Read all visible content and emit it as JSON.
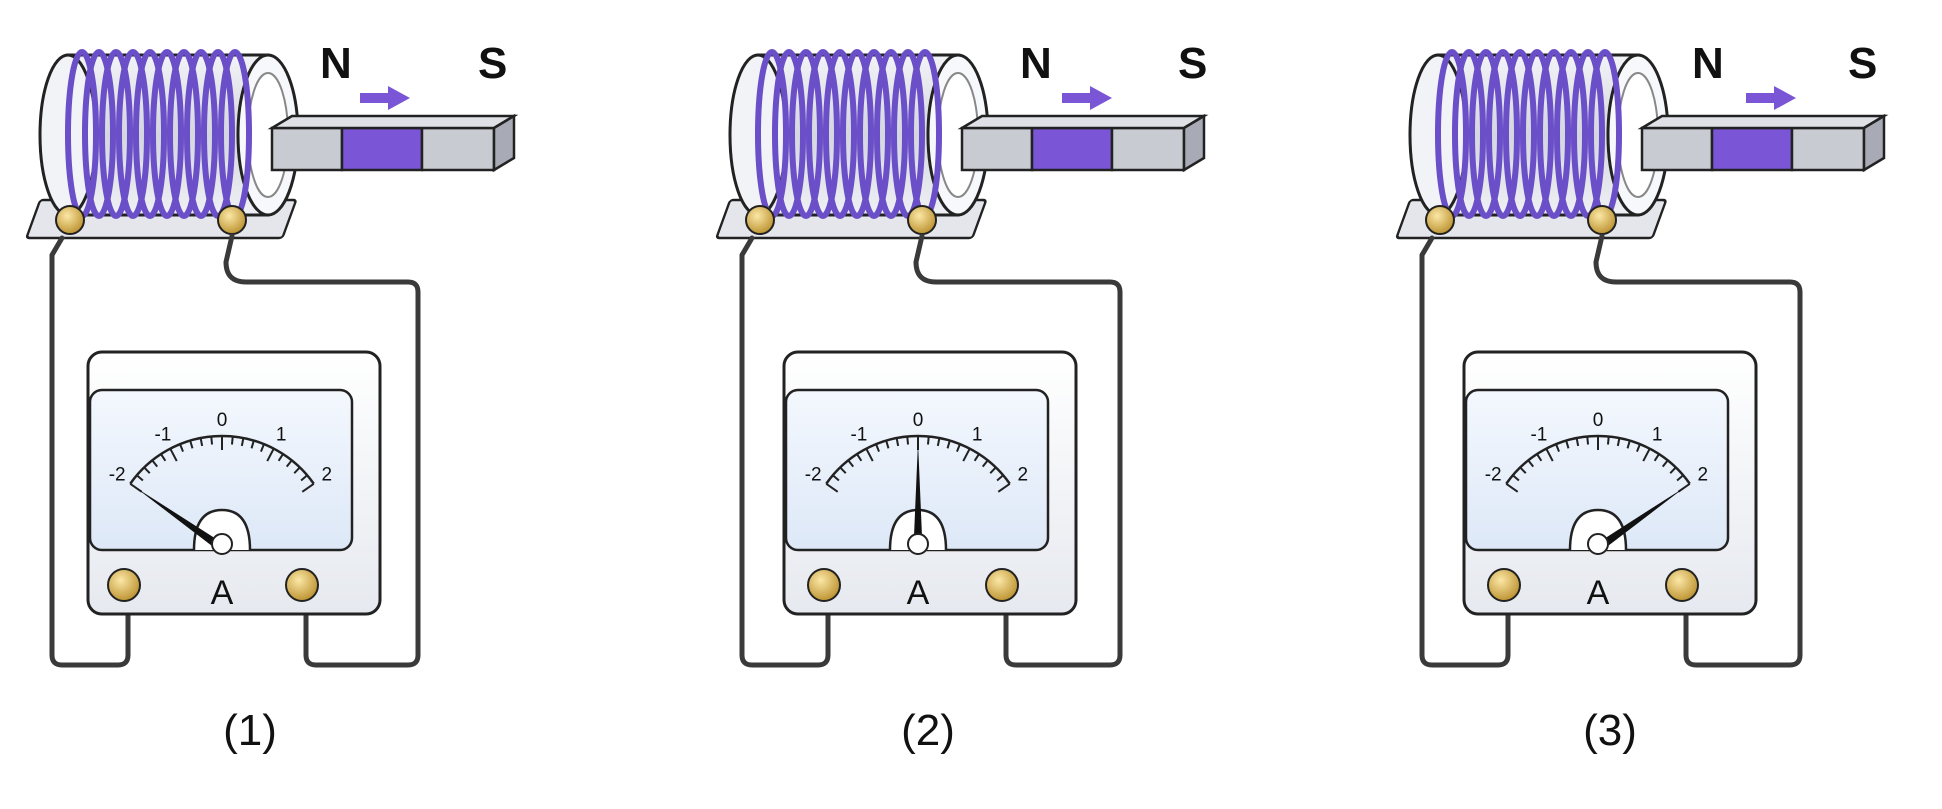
{
  "panels": [
    {
      "caption": "(1)",
      "pole_left": "N",
      "pole_right": "S",
      "meter_unit": "A",
      "scale_labels": [
        "-2",
        "-1",
        "0",
        "1",
        "2"
      ],
      "needle_reading": -2
    },
    {
      "caption": "(2)",
      "pole_left": "N",
      "pole_right": "S",
      "meter_unit": "A",
      "scale_labels": [
        "-2",
        "-1",
        "0",
        "1",
        "2"
      ],
      "needle_reading": 0
    },
    {
      "caption": "(3)",
      "pole_left": "N",
      "pole_right": "S",
      "meter_unit": "A",
      "scale_labels": [
        "-2",
        "-1",
        "0",
        "1",
        "2"
      ],
      "needle_reading": 2
    }
  ],
  "colors": {
    "coil": "#6a4fc8",
    "magnet_middle": "#7a55d6",
    "magnet_ends": "#c9cbd3",
    "arrow": "#7a55d6",
    "terminal": "#d9b24a",
    "wire": "#3a3a3a",
    "dial": "#e8f0fb"
  },
  "icons": {
    "motion_arrow": "arrow-right-icon",
    "needle": "meter-needle-icon"
  }
}
